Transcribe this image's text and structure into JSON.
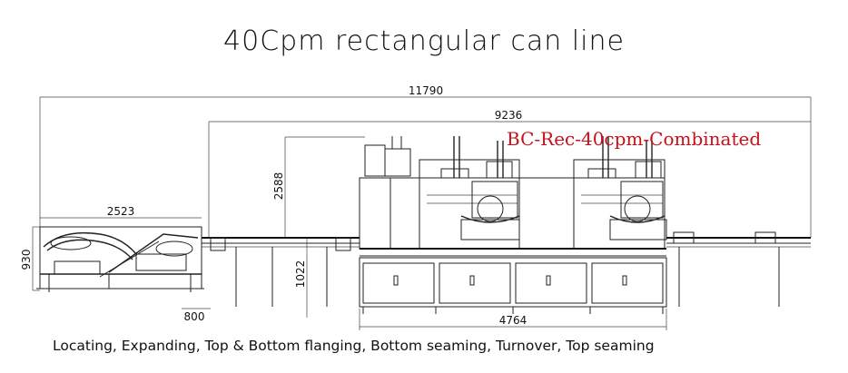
{
  "title": "40Cpm rectangular can line",
  "model_label": "BC-Rec-40cpm-Combinated",
  "model_label_color": "#c8101a",
  "dimensions": {
    "overall_length": "11790",
    "main_length": "9236",
    "infeed_length": "2523",
    "main_height": "2588",
    "infeed_height": "930",
    "table_height": "1022",
    "base_offset": "800",
    "cabinet_length": "4764"
  },
  "caption": "Locating, Expanding, Top & Bottom flanging, Bottom seaming, Turnover, Top seaming"
}
